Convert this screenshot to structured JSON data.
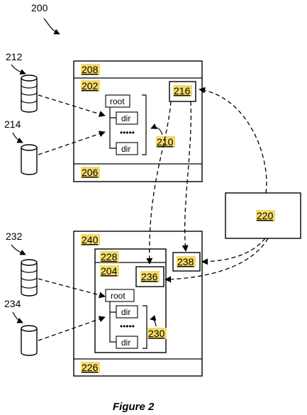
{
  "figure_number": "200",
  "caption": "Figure 2",
  "upper_system": {
    "outer_label": "202",
    "top_bar_label": "208",
    "bottom_bar_label": "206",
    "agent_label": "216",
    "tree_label": "210",
    "source_a_label": "212",
    "source_b_label": "214"
  },
  "lower_system": {
    "outer_label": "240",
    "inner_label": "204",
    "inner_top_label": "228",
    "bottom_bar_label": "226",
    "agent_label": "236",
    "side_box_label": "238",
    "tree_label": "230",
    "source_a_label": "232",
    "source_b_label": "234"
  },
  "controller_label": "220",
  "tree": {
    "root": "root",
    "dir_top": "dir",
    "dir_bottom": "dir",
    "ellipsis": "•••••"
  }
}
